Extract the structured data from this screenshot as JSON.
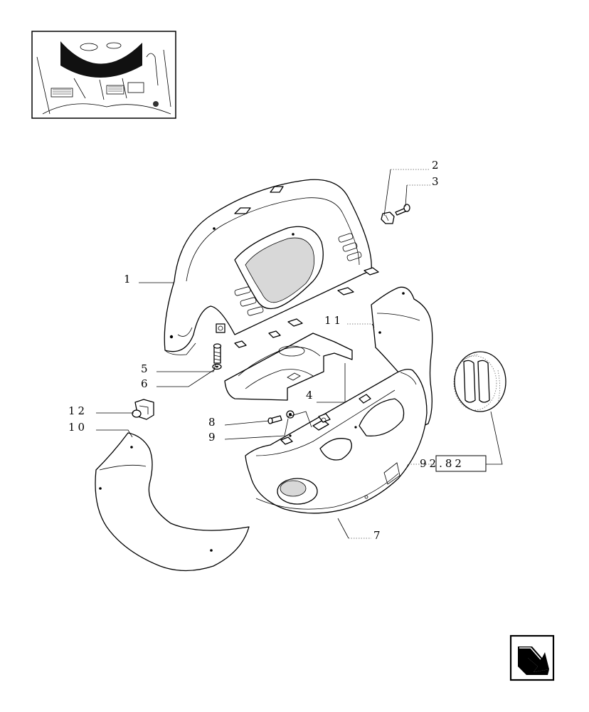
{
  "callouts": {
    "c1": "1",
    "c2": "2",
    "c3": "3",
    "c4": "4",
    "c5": "5",
    "c6": "6",
    "c7": "7",
    "c8": "8",
    "c9": "9",
    "c10": "10",
    "c11": "11",
    "c12": "12"
  },
  "reference": "92.82",
  "icons": {
    "nav": "next-page-arrow-icon"
  }
}
